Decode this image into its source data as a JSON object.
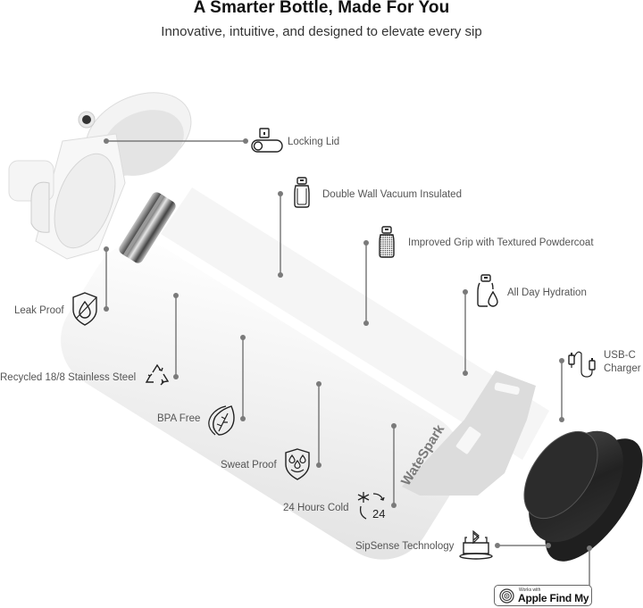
{
  "header": {
    "title": "A Smarter Bottle, Made For You",
    "subtitle": "Innovative, intuitive, and designed to elevate every sip"
  },
  "product": {
    "brand_mark": "WateSpark",
    "colors": {
      "bottle_body": "#f2f2f2",
      "bottle_shade": "#e0e0e0",
      "base_cap": "#2a2a2a",
      "connector": "#7a7a7a",
      "label_text": "#555555"
    }
  },
  "features": [
    {
      "id": "locking-lid",
      "label": "Locking Lid",
      "icon": "lock-toggle-icon"
    },
    {
      "id": "double-wall",
      "label": "Double Wall Vacuum Insulated",
      "icon": "bottle-outline-icon"
    },
    {
      "id": "grip",
      "label": "Improved Grip with Textured Powdercoat",
      "icon": "textured-bottle-icon"
    },
    {
      "id": "hydration",
      "label": "All Day Hydration",
      "icon": "bottle-drop-icon"
    },
    {
      "id": "leak-proof",
      "label": "Leak Proof",
      "icon": "shield-drop-icon"
    },
    {
      "id": "recycled",
      "label": "Recycled 18/8 Stainless Steel",
      "icon": "recycle-icon"
    },
    {
      "id": "usb-c",
      "label_line1": "USB-C",
      "label_line2": "Charger",
      "icon": "usb-cable-icon"
    },
    {
      "id": "bpa-free",
      "label": "BPA Free",
      "icon": "leaf-icon"
    },
    {
      "id": "sweat-proof",
      "label": "Sweat Proof",
      "icon": "shield-droplets-icon"
    },
    {
      "id": "cold",
      "label": "24 Hours Cold",
      "icon": "snowflake-24-icon",
      "icon_text": "24"
    },
    {
      "id": "sipsense",
      "label": "SipSense Technology",
      "icon": "bluetooth-puck-icon"
    }
  ],
  "badge": {
    "small_text": "Works with",
    "big_text": "Apple Find My",
    "icon": "find-my-radar-icon"
  }
}
